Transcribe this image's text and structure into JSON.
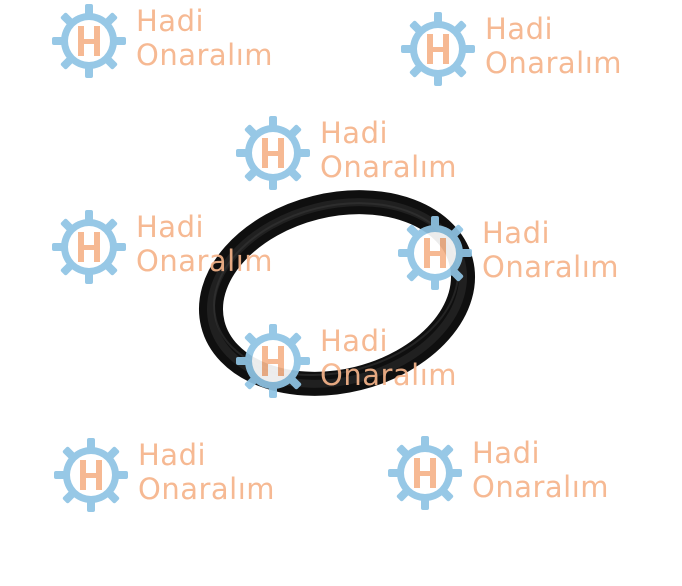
{
  "image": {
    "subject": "o-ring",
    "colors": {
      "ring": "#1c1c1c",
      "watermark_text": "#f6b48a",
      "watermark_gear": "#8fc4e4",
      "watermark_letter": "#f6b48a",
      "background": "#ffffff"
    }
  },
  "watermark": {
    "line1": "Hadi",
    "line2": "Onaralım",
    "icon": "gear-h-logo-icon"
  }
}
